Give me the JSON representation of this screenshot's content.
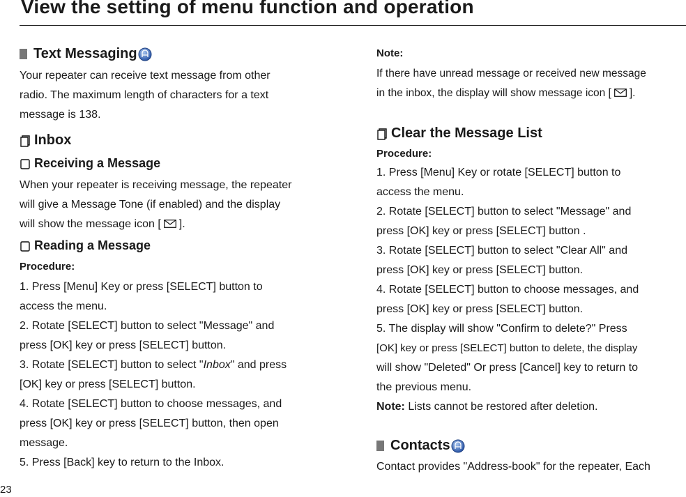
{
  "page": {
    "title": "View the setting of menu function and operation",
    "number": "23"
  },
  "left": {
    "text_messaging": {
      "heading": "Text Messaging",
      "lines": [
        "Your repeater can receive text message from other",
        "radio. The maximum length of characters for a text",
        "message is 138."
      ]
    },
    "inbox": {
      "heading": "Inbox"
    },
    "receiving": {
      "heading": "Receiving a Message",
      "lines": [
        "When your repeater is receiving message, the repeater",
        "will give a Message Tone (if enabled) and the display"
      ],
      "last_before": "will show the message icon [",
      "last_after": "]."
    },
    "reading": {
      "heading": "Reading a Message",
      "procedure_label": "Procedure:",
      "lines": [
        "1. Press [Menu] Key or press [SELECT] button to",
        "access the menu.",
        "2. Rotate [SELECT] button to select \"Message\" and",
        "press [OK] key or press [SELECT] button."
      ],
      "step3_before": "3. Rotate [SELECT] button to select \"",
      "step3_italic": "Inbox",
      "step3_after": "\" and press",
      "lines_b": [
        "[OK] key or press [SELECT] button.",
        "4. Rotate [SELECT] button to choose messages, and",
        "press [OK] key or press [SELECT] button, then open",
        "message.",
        "5. Press [Back] key to return to the Inbox."
      ]
    }
  },
  "right": {
    "note": {
      "label": "Note:",
      "line1": "If there have unread message or received new message",
      "line2_before": "in the inbox, the display will show message icon [",
      "line2_after": "]."
    },
    "clear": {
      "heading": "Clear the Message List",
      "procedure_label": "Procedure:",
      "lines": [
        "1. Press [Menu] Key or rotate [SELECT] button to",
        "access the menu.",
        "2. Rotate [SELECT] button to select \"Message\" and",
        "press [OK] key or press [SELECT] button .",
        "3. Rotate [SELECT] button to select \"Clear All\" and",
        "press [OK] key or press [SELECT] button.",
        "4. Rotate [SELECT] button to choose messages, and",
        "press [OK] key or press [SELECT] button.",
        "5. The display will show \"Confirm to delete?\" Press",
        "[OK] key or press [SELECT] button to delete, the display",
        "will show \"Deleted\" Or press [Cancel] key to return to",
        "the previous menu."
      ],
      "note_label": "Note:",
      "note_text": " Lists cannot be restored after deletion."
    },
    "contacts": {
      "heading": "Contacts",
      "line": "Contact provides \"Address-book\" for the repeater, Each"
    }
  }
}
